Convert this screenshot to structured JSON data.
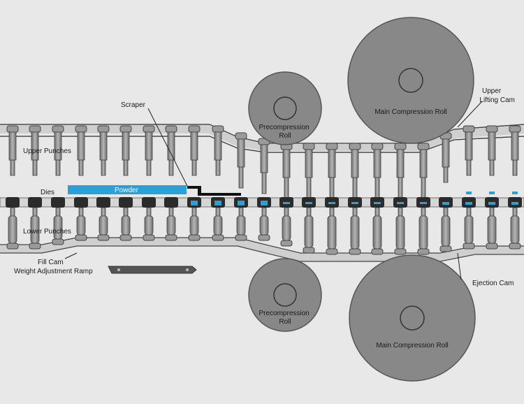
{
  "labels": {
    "scraper": "Scraper",
    "upper_punches": "Upper Punches",
    "dies": "Dies",
    "powder": "Powder",
    "lower_punches": "Lower Punches",
    "fill_cam": "Fill Cam",
    "weight_adjustment_ramp": "Weight Adjustment Ramp",
    "precompression_roll_top": [
      "Precompression",
      "Roll"
    ],
    "precompression_roll_bottom": [
      "Precompression",
      "Roll"
    ],
    "main_compression_roll_top": "Main Compression Roll",
    "main_compression_roll_bottom": "Main Compression Roll",
    "upper_lifting_cam": [
      "Upper",
      "Lifting Cam"
    ],
    "ejection_cam": "Ejection Cam"
  },
  "colors": {
    "background": "#e8e8e8",
    "roll_fill": "#888888",
    "punch_fill": "#8c8c8c",
    "punch_stroke": "#444444",
    "track_fill": "#cfcfcf",
    "die_fill": "#2b2b2b",
    "powder": "#2a9fd8"
  }
}
